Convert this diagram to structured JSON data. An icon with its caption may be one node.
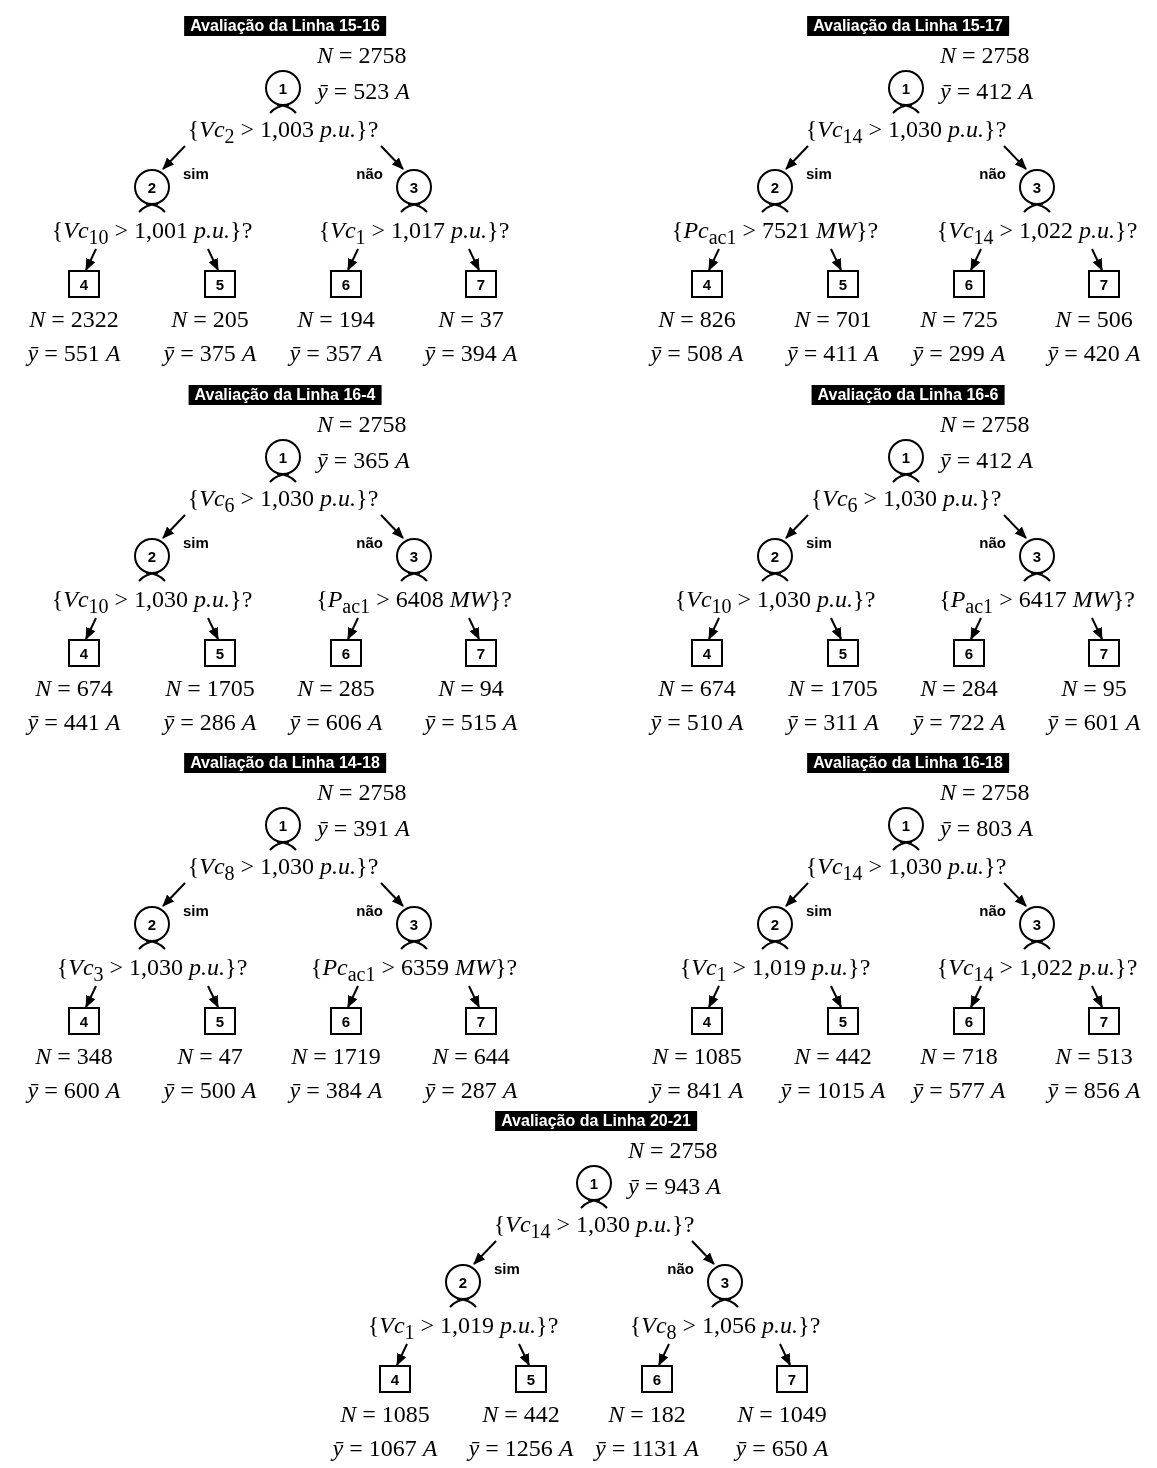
{
  "diagram": {
    "nodes": [
      {
        "text": [
          "Avaliação da Linha 15-16"
        ]
      },
      {
        "text": [
          "1"
        ],
        "beside": [
          "*N* = 2758",
          "*ȳ* = 523 *A*",
          "{*Vc*$_{2}$ > 1,003 *p.u.*}?"
        ]
      },
      {
        "text": [
          "2"
        ],
        "beside": [
          "{*Vc*$_{10}$ > 1,001 *p.u.*}?"
        ]
      },
      {
        "text": [
          "3"
        ],
        "beside": [
          "{*Vc*$_{1}$ > 1,017 *p.u.*}?"
        ]
      },
      {
        "text": [
          "4"
        ],
        "beside": [
          "*N* = 2322",
          "*ȳ* = 551 *A*"
        ]
      },
      {
        "text": [
          "5"
        ],
        "beside": [
          "*N* = 205",
          "*ȳ* = 375 *A*"
        ]
      },
      {
        "text": [
          "6"
        ],
        "beside": [
          "*N* = 194",
          "*ȳ* = 357 *A*"
        ]
      },
      {
        "text": [
          "7"
        ],
        "beside": [
          "*N* = 37",
          "*ȳ* = 394 *A*"
        ]
      },
      {
        "text": [
          "Avaliação da Linha 15-17"
        ]
      },
      {
        "text": [
          "1"
        ],
        "beside": [
          "*N* = 2758",
          "*ȳ* = 412 *A*",
          "{*Vc*$_{14}$ > 1,030 *p.u.*}?"
        ]
      },
      {
        "text": [
          "2"
        ],
        "beside": [
          "{*Pc*$_{ac1}$ > 7521 *MW*}?"
        ]
      },
      {
        "text": [
          "3"
        ],
        "beside": [
          "{*Vc*$_{14}$ > 1,022 *p.u.*}?"
        ]
      },
      {
        "text": [
          "4"
        ],
        "beside": [
          "*N* = 826",
          "*ȳ* = 508 *A*"
        ]
      },
      {
        "text": [
          "5"
        ],
        "beside": [
          "*N* = 701",
          "*ȳ* = 411 *A*"
        ]
      },
      {
        "text": [
          "6"
        ],
        "beside": [
          "*N* = 725",
          "*ȳ* = 299 *A*"
        ]
      },
      {
        "text": [
          "7"
        ],
        "beside": [
          "*N* = 506",
          "*ȳ* = 420 *A*"
        ]
      },
      {
        "text": [
          "Avaliação da Linha 16-4"
        ]
      },
      {
        "text": [
          "1"
        ],
        "beside": [
          "*N* = 2758",
          "*ȳ* = 365 *A*",
          "{*Vc*$_{6}$ > 1,030 *p.u.*}?"
        ]
      },
      {
        "text": [
          "2"
        ],
        "beside": [
          "{*Vc*$_{10}$ > 1,030 *p.u.*}?"
        ]
      },
      {
        "text": [
          "3"
        ],
        "beside": [
          "{*P*$_{ac1}$ > 6408 *MW*}?"
        ]
      },
      {
        "text": [
          "4"
        ],
        "beside": [
          "*N* = 674",
          "*ȳ* = 441 *A*"
        ]
      },
      {
        "text": [
          "5"
        ],
        "beside": [
          "*N* = 1705",
          "*ȳ* = 286 *A*"
        ]
      },
      {
        "text": [
          "6"
        ],
        "beside": [
          "*N* = 285",
          "*ȳ* = 606 *A*"
        ]
      },
      {
        "text": [
          "7"
        ],
        "beside": [
          "*N* = 94",
          "*ȳ* = 515 *A*"
        ]
      },
      {
        "text": [
          "Avaliação da Linha 16-6"
        ]
      },
      {
        "text": [
          "1"
        ],
        "beside": [
          "*N* = 2758",
          "*ȳ* = 412 *A*",
          "{*Vc*$_{6}$ > 1,030 *p.u.*}?"
        ]
      },
      {
        "text": [
          "2"
        ],
        "beside": [
          "{*Vc*$_{10}$ > 1,030 *p.u.*}?"
        ]
      },
      {
        "text": [
          "3"
        ],
        "beside": [
          "{*P*$_{ac1}$ > 6417 *MW*}?"
        ]
      },
      {
        "text": [
          "4"
        ],
        "beside": [
          "*N* = 674",
          "*ȳ* = 510 *A*"
        ]
      },
      {
        "text": [
          "5"
        ],
        "beside": [
          "*N* = 1705",
          "*ȳ* = 311 *A*"
        ]
      },
      {
        "text": [
          "6"
        ],
        "beside": [
          "*N* = 284",
          "*ȳ* = 722 *A*"
        ]
      },
      {
        "text": [
          "7"
        ],
        "beside": [
          "*N* = 95",
          "*ȳ* = 601 *A*"
        ]
      },
      {
        "text": [
          "Avaliação da Linha 14-18"
        ]
      },
      {
        "text": [
          "1"
        ],
        "beside": [
          "*N* = 2758",
          "*ȳ* = 391 *A*",
          "{*Vc*$_{8}$ > 1,030 *p.u.*}?"
        ]
      },
      {
        "text": [
          "2"
        ],
        "beside": [
          "{*Vc*$_{3}$ > 1,030 *p.u.*}?"
        ]
      },
      {
        "text": [
          "3"
        ],
        "beside": [
          "{*Pc*$_{ac1}$ > 6359 *MW*}?"
        ]
      },
      {
        "text": [
          "4"
        ],
        "beside": [
          "*N* = 348",
          "*ȳ* = 600 *A*"
        ]
      },
      {
        "text": [
          "5"
        ],
        "beside": [
          "*N* = 47",
          "*ȳ* = 500 *A*"
        ]
      },
      {
        "text": [
          "6"
        ],
        "beside": [
          "*N* = 1719",
          "*ȳ* = 384 *A*"
        ]
      },
      {
        "text": [
          "7"
        ],
        "beside": [
          "*N* = 644",
          "*ȳ* = 287 *A*"
        ]
      },
      {
        "text": [
          "Avaliação da Linha 16-18"
        ]
      },
      {
        "text": [
          "1"
        ],
        "beside": [
          "*N* = 2758",
          "*ȳ* = 803 *A*",
          "{*Vc*$_{14}$ > 1,030 *p.u.*}?"
        ]
      },
      {
        "text": [
          "2"
        ],
        "beside": [
          "{*Vc*$_{1}$ > 1,019 *p.u.*}?"
        ]
      },
      {
        "text": [
          "3"
        ],
        "beside": [
          "{*Vc*$_{14}$ > 1,022 *p.u.*}?"
        ]
      },
      {
        "text": [
          "4"
        ],
        "beside": [
          "*N* = 1085",
          "*ȳ* = 841 *A*"
        ]
      },
      {
        "text": [
          "5"
        ],
        "beside": [
          "*N* = 442",
          "*ȳ* = 1015 *A*"
        ]
      },
      {
        "text": [
          "6"
        ],
        "beside": [
          "*N* = 718",
          "*ȳ* = 577 *A*"
        ]
      },
      {
        "text": [
          "7"
        ],
        "beside": [
          "*N* = 513",
          "*ȳ* = 856 *A*"
        ]
      },
      {
        "text": [
          "Avaliação da Linha 20-21"
        ]
      },
      {
        "text": [
          "1"
        ],
        "beside": [
          "*N* = 2758",
          "*ȳ* = 943 *A*",
          "{*Vc*$_{14}$ > 1,030 *p.u.*}?"
        ]
      },
      {
        "text": [
          "2"
        ],
        "beside": [
          "{*Vc*$_{1}$ > 1,019 *p.u.*}?"
        ]
      },
      {
        "text": [
          "3"
        ],
        "beside": [
          "{*Vc*$_{8}$ > 1,056 *p.u.*}?"
        ]
      },
      {
        "text": [
          "4"
        ],
        "beside": [
          "*N* = 1085",
          "*ȳ* = 1067 *A*"
        ]
      },
      {
        "text": [
          "5"
        ],
        "beside": [
          "*N* = 442",
          "*ȳ* = 1256 *A*"
        ]
      },
      {
        "text": [
          "6"
        ],
        "beside": [
          "*N* = 182",
          "*ȳ* = 1131 *A*"
        ]
      },
      {
        "text": [
          "7"
        ],
        "beside": [
          "*N* = 1049",
          "*ȳ* = 650 *A*"
        ]
      }
    ],
    "edges": [
      {
        "from": 1,
        "to": 2,
        "arrow": "to",
        "label": "sim"
      },
      {
        "from": 1,
        "to": 3,
        "arrow": "to",
        "label": "não"
      },
      {
        "from": 2,
        "to": 4,
        "arrow": "to"
      },
      {
        "from": 2,
        "to": 5,
        "arrow": "to"
      },
      {
        "from": 3,
        "to": 6,
        "arrow": "to"
      },
      {
        "from": 3,
        "to": 7,
        "arrow": "to"
      },
      {
        "from": 9,
        "to": 10,
        "arrow": "to",
        "label": "sim"
      },
      {
        "from": 9,
        "to": 11,
        "arrow": "to",
        "label": "não"
      },
      {
        "from": 10,
        "to": 12,
        "arrow": "to"
      },
      {
        "from": 10,
        "to": 13,
        "arrow": "to"
      },
      {
        "from": 11,
        "to": 14,
        "arrow": "to"
      },
      {
        "from": 11,
        "to": 15,
        "arrow": "to"
      },
      {
        "from": 17,
        "to": 18,
        "arrow": "to",
        "label": "sim"
      },
      {
        "from": 17,
        "to": 19,
        "arrow": "to",
        "label": "não"
      },
      {
        "from": 18,
        "to": 20,
        "arrow": "to"
      },
      {
        "from": 18,
        "to": 21,
        "arrow": "to"
      },
      {
        "from": 19,
        "to": 22,
        "arrow": "to"
      },
      {
        "from": 19,
        "to": 23,
        "arrow": "to"
      },
      {
        "from": 25,
        "to": 26,
        "arrow": "to",
        "label": "sim"
      },
      {
        "from": 25,
        "to": 27,
        "arrow": "to",
        "label": "não"
      },
      {
        "from": 26,
        "to": 28,
        "arrow": "to"
      },
      {
        "from": 26,
        "to": 29,
        "arrow": "to"
      },
      {
        "from": 27,
        "to": 30,
        "arrow": "to"
      },
      {
        "from": 27,
        "to": 31,
        "arrow": "to"
      },
      {
        "from": 33,
        "to": 34,
        "arrow": "to",
        "label": "sim"
      },
      {
        "from": 33,
        "to": 35,
        "arrow": "to",
        "label": "não"
      },
      {
        "from": 34,
        "to": 36,
        "arrow": "to"
      },
      {
        "from": 34,
        "to": 37,
        "arrow": "to"
      },
      {
        "from": 35,
        "to": 38,
        "arrow": "to"
      },
      {
        "from": 35,
        "to": 39,
        "arrow": "to"
      },
      {
        "from": 41,
        "to": 42,
        "arrow": "to",
        "label": "sim"
      },
      {
        "from": 41,
        "to": 43,
        "arrow": "to",
        "label": "não"
      },
      {
        "from": 42,
        "to": 44,
        "arrow": "to"
      },
      {
        "from": 42,
        "to": 45,
        "arrow": "to"
      },
      {
        "from": 43,
        "to": 46,
        "arrow": "to"
      },
      {
        "from": 43,
        "to": 47,
        "arrow": "to"
      },
      {
        "from": 49,
        "to": 50,
        "arrow": "to",
        "label": "sim"
      },
      {
        "from": 49,
        "to": 51,
        "arrow": "to",
        "label": "não"
      },
      {
        "from": 50,
        "to": 52,
        "arrow": "to"
      },
      {
        "from": 50,
        "to": 53,
        "arrow": "to"
      },
      {
        "from": 51,
        "to": 54,
        "arrow": "to"
      },
      {
        "from": 51,
        "to": 55,
        "arrow": "to"
      }
    ]
  }
}
